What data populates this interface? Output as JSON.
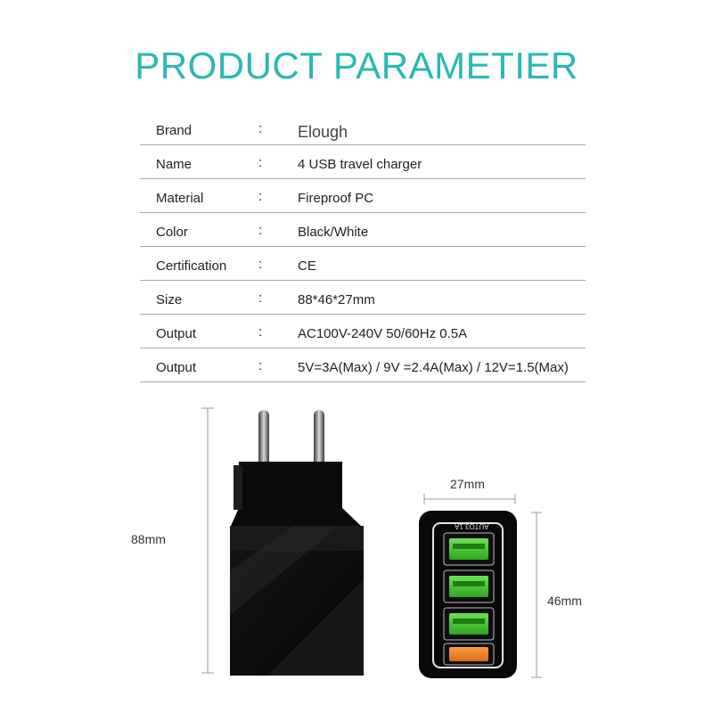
{
  "page": {
    "title": "PRODUCT PARAMETIER"
  },
  "specs": [
    {
      "label": "Brand",
      "colon": ":",
      "value": "Elough"
    },
    {
      "label": "Name",
      "colon": ":",
      "value": "4 USB travel charger"
    },
    {
      "label": "Material",
      "colon": ":",
      "value": "Fireproof PC"
    },
    {
      "label": "Color",
      "colon": ":",
      "value": "Black/White"
    },
    {
      "label": "Certification",
      "colon": ":",
      "value": "CE"
    },
    {
      "label": "Size",
      "colon": ":",
      "value": "88*46*27mm"
    },
    {
      "label": "Output",
      "colon": ":",
      "value": "AC100V-240V  50/60Hz 0.5A"
    },
    {
      "label": "Output",
      "colon": ":",
      "value": "5V=3A(Max)  /  9V =2.4A(Max)  /  12V=1.5(Max)"
    }
  ],
  "dimensions": {
    "height": "88mm",
    "depth": "27mm",
    "width": "46mm",
    "port_label": "AUTO3.1A"
  },
  "colors": {
    "title": "#2bb8b4",
    "port_green": "#4cd03a",
    "port_orange": "#f08a2a",
    "body": "#0c0c0c"
  }
}
